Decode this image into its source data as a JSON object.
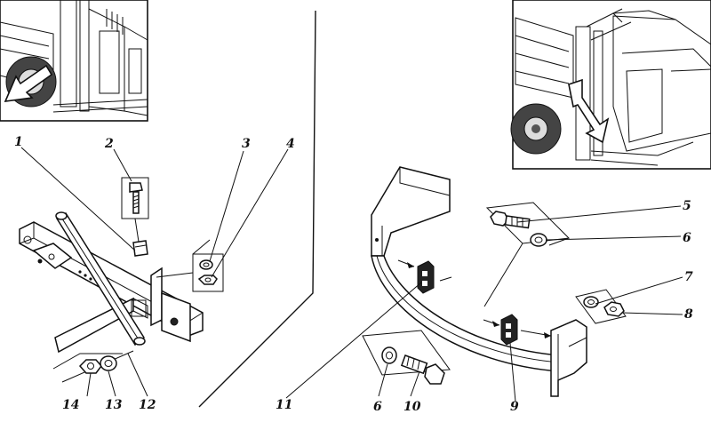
{
  "callouts": {
    "c1": "1",
    "c2": "2",
    "c3": "3",
    "c4": "4",
    "c5": "5",
    "c6a": "6",
    "c6b": "6",
    "c7": "7",
    "c8": "8",
    "c9": "9",
    "c10": "10",
    "c11": "11",
    "c12": "12",
    "c13": "13",
    "c14": "14"
  },
  "colors": {
    "ink": "#111111",
    "background": "#ffffff",
    "shade": "#bbbbbb"
  }
}
